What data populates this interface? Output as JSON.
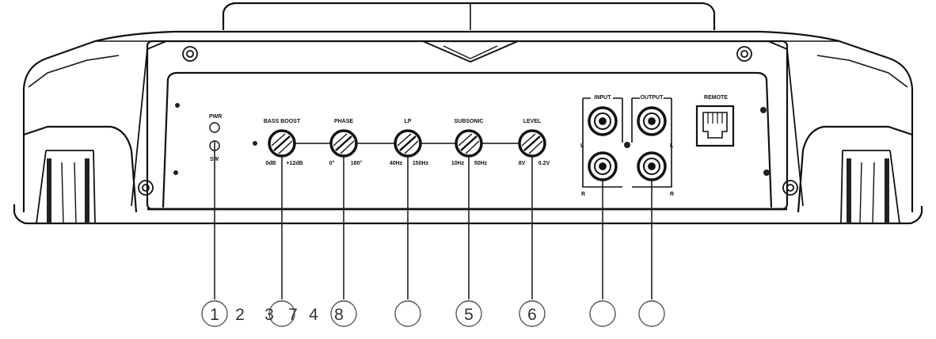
{
  "panel": {
    "pwr_label": "PWR",
    "sw_label": "SW",
    "bass_boost": {
      "title": "BASS BOOST",
      "min": "0dB",
      "max": "+12dB"
    },
    "phase": {
      "title": "PHASE",
      "min": "0°",
      "max": "180°"
    },
    "lp": {
      "title": "LP",
      "min": "40Hz",
      "max": "150Hz"
    },
    "subsonic": {
      "title": "SUBSONIC",
      "min": "10Hz",
      "max": "50Hz"
    },
    "level": {
      "title": "LEVEL",
      "min": "8V",
      "max": "0.2V"
    },
    "input": {
      "title": "INPUT",
      "left": "L",
      "right": "R"
    },
    "output": {
      "title": "OUTPUT",
      "left": "L",
      "right": "R"
    },
    "remote": {
      "title": "REMOTE"
    }
  },
  "callouts": {
    "c1": "1",
    "c2": "2",
    "c3": "3",
    "c7": "7",
    "c4": "4",
    "c8": "8",
    "c5": "5",
    "c6": "6"
  }
}
